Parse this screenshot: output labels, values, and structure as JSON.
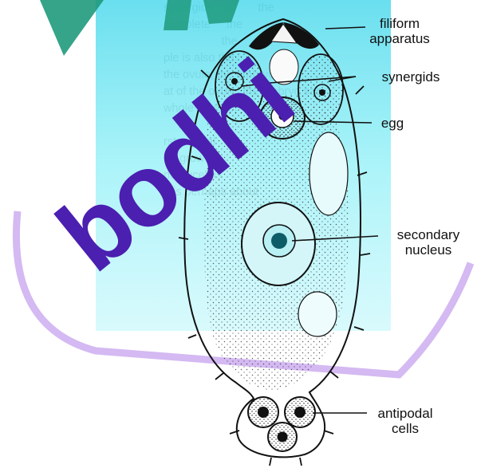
{
  "watermark": {
    "text": "bodhi",
    "color": "#4b1fb0",
    "accent_color": "#1f8f7a",
    "panel_color": "#7fe8f2"
  },
  "labels": {
    "filiform": [
      "filiform",
      "apparatus"
    ],
    "synergids": "synergids",
    "egg": "egg",
    "secondary": [
      "secondary",
      "nucleus"
    ],
    "antipodal": [
      "antipodal",
      "cells"
    ]
  },
  "background_text": [
    "",
    "synergids   of        the",
    "complete     the",
    "                  the",
    "ple is also the",
    "",
    "",
    "",
    "the ovule, the embryo",
    "",
    "at of the ovule, the embryo sac",
    "",
    "whole mass of",
    "",
    "    The",
    "",
    "",
    "",
    "",
    "",
    "",
    "",
    "rst    initial",
    "he growth",
    "ne nucellus",
    "",
    "",
    "",
    "It is perhaps about"
  ]
}
